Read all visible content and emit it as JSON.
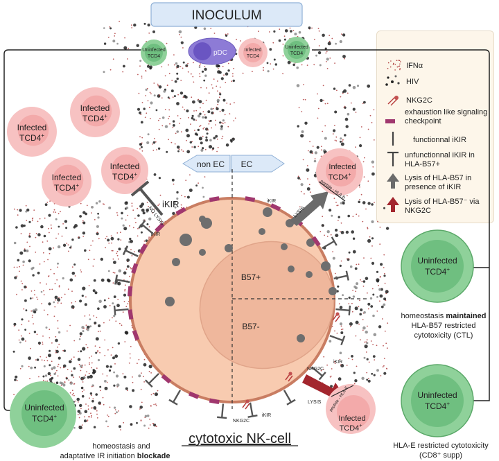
{
  "title": "INOCULUM",
  "main_label": "cytotoxic NK-cell",
  "ec_labels": {
    "non_ec": "non EC",
    "ec": "EC"
  },
  "quadrants": {
    "b57_plus": "B57+",
    "b57_minus": "B57-"
  },
  "cells": {
    "uninfected": "Uninfected",
    "infected": "Infected",
    "tcd4": "TCD4",
    "sup": "+",
    "pdc": "pDC"
  },
  "annotations": {
    "ikir_big": "iKIR",
    "ikir_small": "iKIR",
    "nkg2c": "NKG2C",
    "no_lysis": "NO LYSIS",
    "lysis": "LYSIS",
    "peptide_hla_b": "peptide - HLA-B",
    "peptide_hla_e": "peptide - HLA-E"
  },
  "legend": [
    {
      "key": "ifna",
      "label": "IFNα"
    },
    {
      "key": "hiv",
      "label": "HIV"
    },
    {
      "key": "nkg2c",
      "label": "NKG2C"
    },
    {
      "key": "checkpoint",
      "label": "exhaustion like signaling checkpoint"
    },
    {
      "key": "functional",
      "label": "functionnal iKIR"
    },
    {
      "key": "unfunctional",
      "label": "unfunctionnal iKIR in HLA-B57+"
    },
    {
      "key": "lysis_ikir",
      "label": "Lysis of HLA-B57 in presence of iKIR"
    },
    {
      "key": "lysis_nkg2c",
      "label": "Lysis of HLA-B57⁻ via NKG2C"
    }
  ],
  "captions": {
    "blockade_pre": "homeostasis and",
    "blockade_line2": "adaptative IR initiation ",
    "blockade_bold": "blockade",
    "maintained_pre": "homeostasis ",
    "maintained_bold": "maintained",
    "maintained_line2": "HLA-B57 restricted",
    "maintained_line3": "cytotoxicity (CTL)",
    "hlae_line1": "HLA-E restricted cytotoxicity",
    "hlae_line2": "(CD8⁺ supp)"
  },
  "colors": {
    "nk_cell": "#f8cbb0",
    "nucleus": "#efb79c",
    "infected": "#f7c2c2",
    "uninfected": "#8fd19a",
    "checkpoint": "#a0376e",
    "lysis_arrow_grey": "#6b6b6b",
    "lysis_arrow_red": "#a3262e"
  }
}
